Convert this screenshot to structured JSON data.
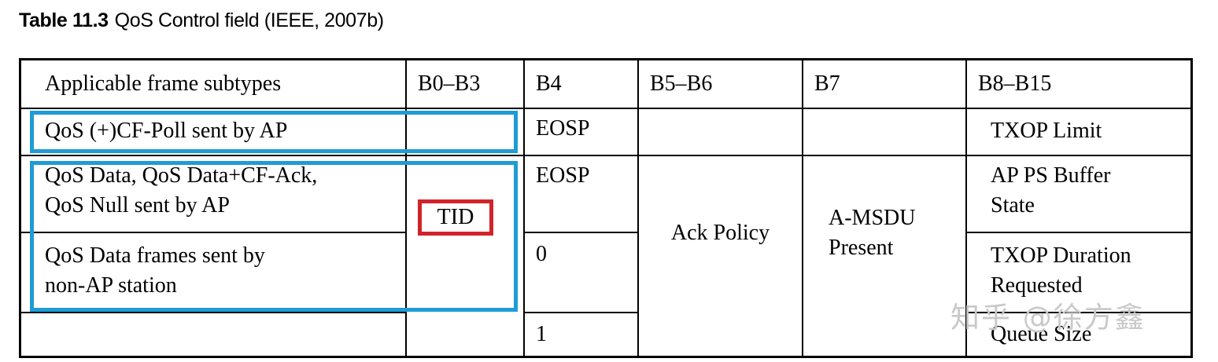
{
  "caption": {
    "label": "Table 11.3",
    "text": "QoS Control field (IEEE, 2007b)"
  },
  "colors": {
    "highlight_blue": "#1F9BD5",
    "highlight_red": "#D1232A",
    "border": "#000000",
    "watermark": "#C9C9C9"
  },
  "table": {
    "columns": [
      {
        "header": "Applicable frame subtypes"
      },
      {
        "header": "B0–B3"
      },
      {
        "header": "B4"
      },
      {
        "header": "B5–B6"
      },
      {
        "header": "B7"
      },
      {
        "header": "B8–B15"
      }
    ],
    "rows": [
      {
        "subtype": "QoS (+)CF-Poll sent by AP",
        "b4": "EOSP",
        "b8_b15": "TXOP Limit"
      },
      {
        "subtype_line1": "QoS Data, QoS Data+CF-Ack,",
        "subtype_line2": "QoS Null sent by AP",
        "b4": "EOSP",
        "b8_b15_line1": "AP PS Buffer",
        "b8_b15_line2": "State"
      },
      {
        "subtype_line1": "QoS Data frames sent by",
        "subtype_line2": "non-AP station",
        "b4": "0",
        "b8_b15_line1": "TXOP Duration",
        "b8_b15_line2": "Requested"
      },
      {
        "subtype": "",
        "b4": "1",
        "b8_b15": "Queue Size"
      }
    ],
    "spanned": {
      "b0_b3": "TID",
      "b5_b6": "Ack Policy",
      "b7_line1": "A-MSDU",
      "b7_line2": "Present"
    }
  },
  "watermark": {
    "text": "知乎 @徐方鑫"
  }
}
